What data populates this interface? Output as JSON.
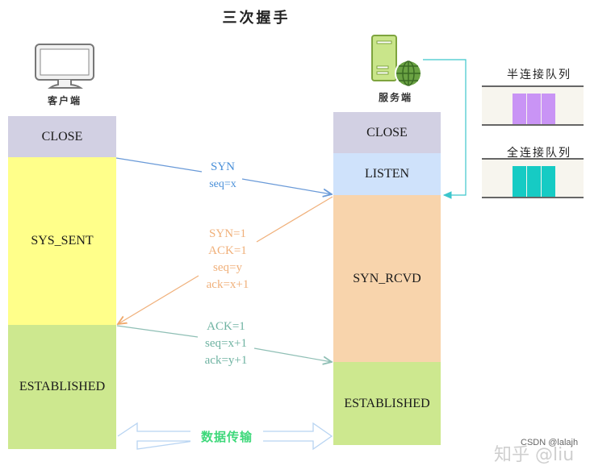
{
  "title": "三次握手",
  "client": {
    "label": "客户端",
    "icon": "monitor-icon",
    "states": [
      {
        "label": "CLOSE",
        "color": "#d2d0e3"
      },
      {
        "label": "SYS_SENT",
        "color": "#ffff8a"
      },
      {
        "label": "ESTABLISHED",
        "color": "#cde88f"
      }
    ]
  },
  "server": {
    "label": "服务端",
    "icon": "server-globe-icon",
    "states": [
      {
        "label": "CLOSE",
        "color": "#d2d0e3"
      },
      {
        "label": "LISTEN",
        "color": "#cfe2fb"
      },
      {
        "label": "SYN_RCVD",
        "color": "#f8d4ac"
      },
      {
        "label": "ESTABLISHED",
        "color": "#cde88f"
      }
    ]
  },
  "messages": [
    {
      "lines": [
        "SYN",
        "seq=x"
      ],
      "color": "#4a90d9",
      "direction": "client-to-server"
    },
    {
      "lines": [
        "SYN=1",
        "ACK=1",
        "seq=y",
        "ack=x+1"
      ],
      "color": "#f0b07a",
      "direction": "server-to-client"
    },
    {
      "lines": [
        "ACK=1",
        "seq=x+1",
        "ack=y+1"
      ],
      "color": "#6fb3a2",
      "direction": "client-to-server"
    }
  ],
  "data_transfer": {
    "label": "数据传输",
    "color": "#3ed87a",
    "arrow_color": "#b8d4f2"
  },
  "queues": [
    {
      "label": "半连接队列",
      "cell_color": "#c994f5",
      "cells": 3
    },
    {
      "label": "全连接队列",
      "cell_color": "#16cbc4",
      "cells": 3
    }
  ],
  "queue_link_color": "#3cc6cc",
  "watermark": {
    "csdn": "CSDN @lalajh",
    "zhihu": "知乎 @liu"
  }
}
